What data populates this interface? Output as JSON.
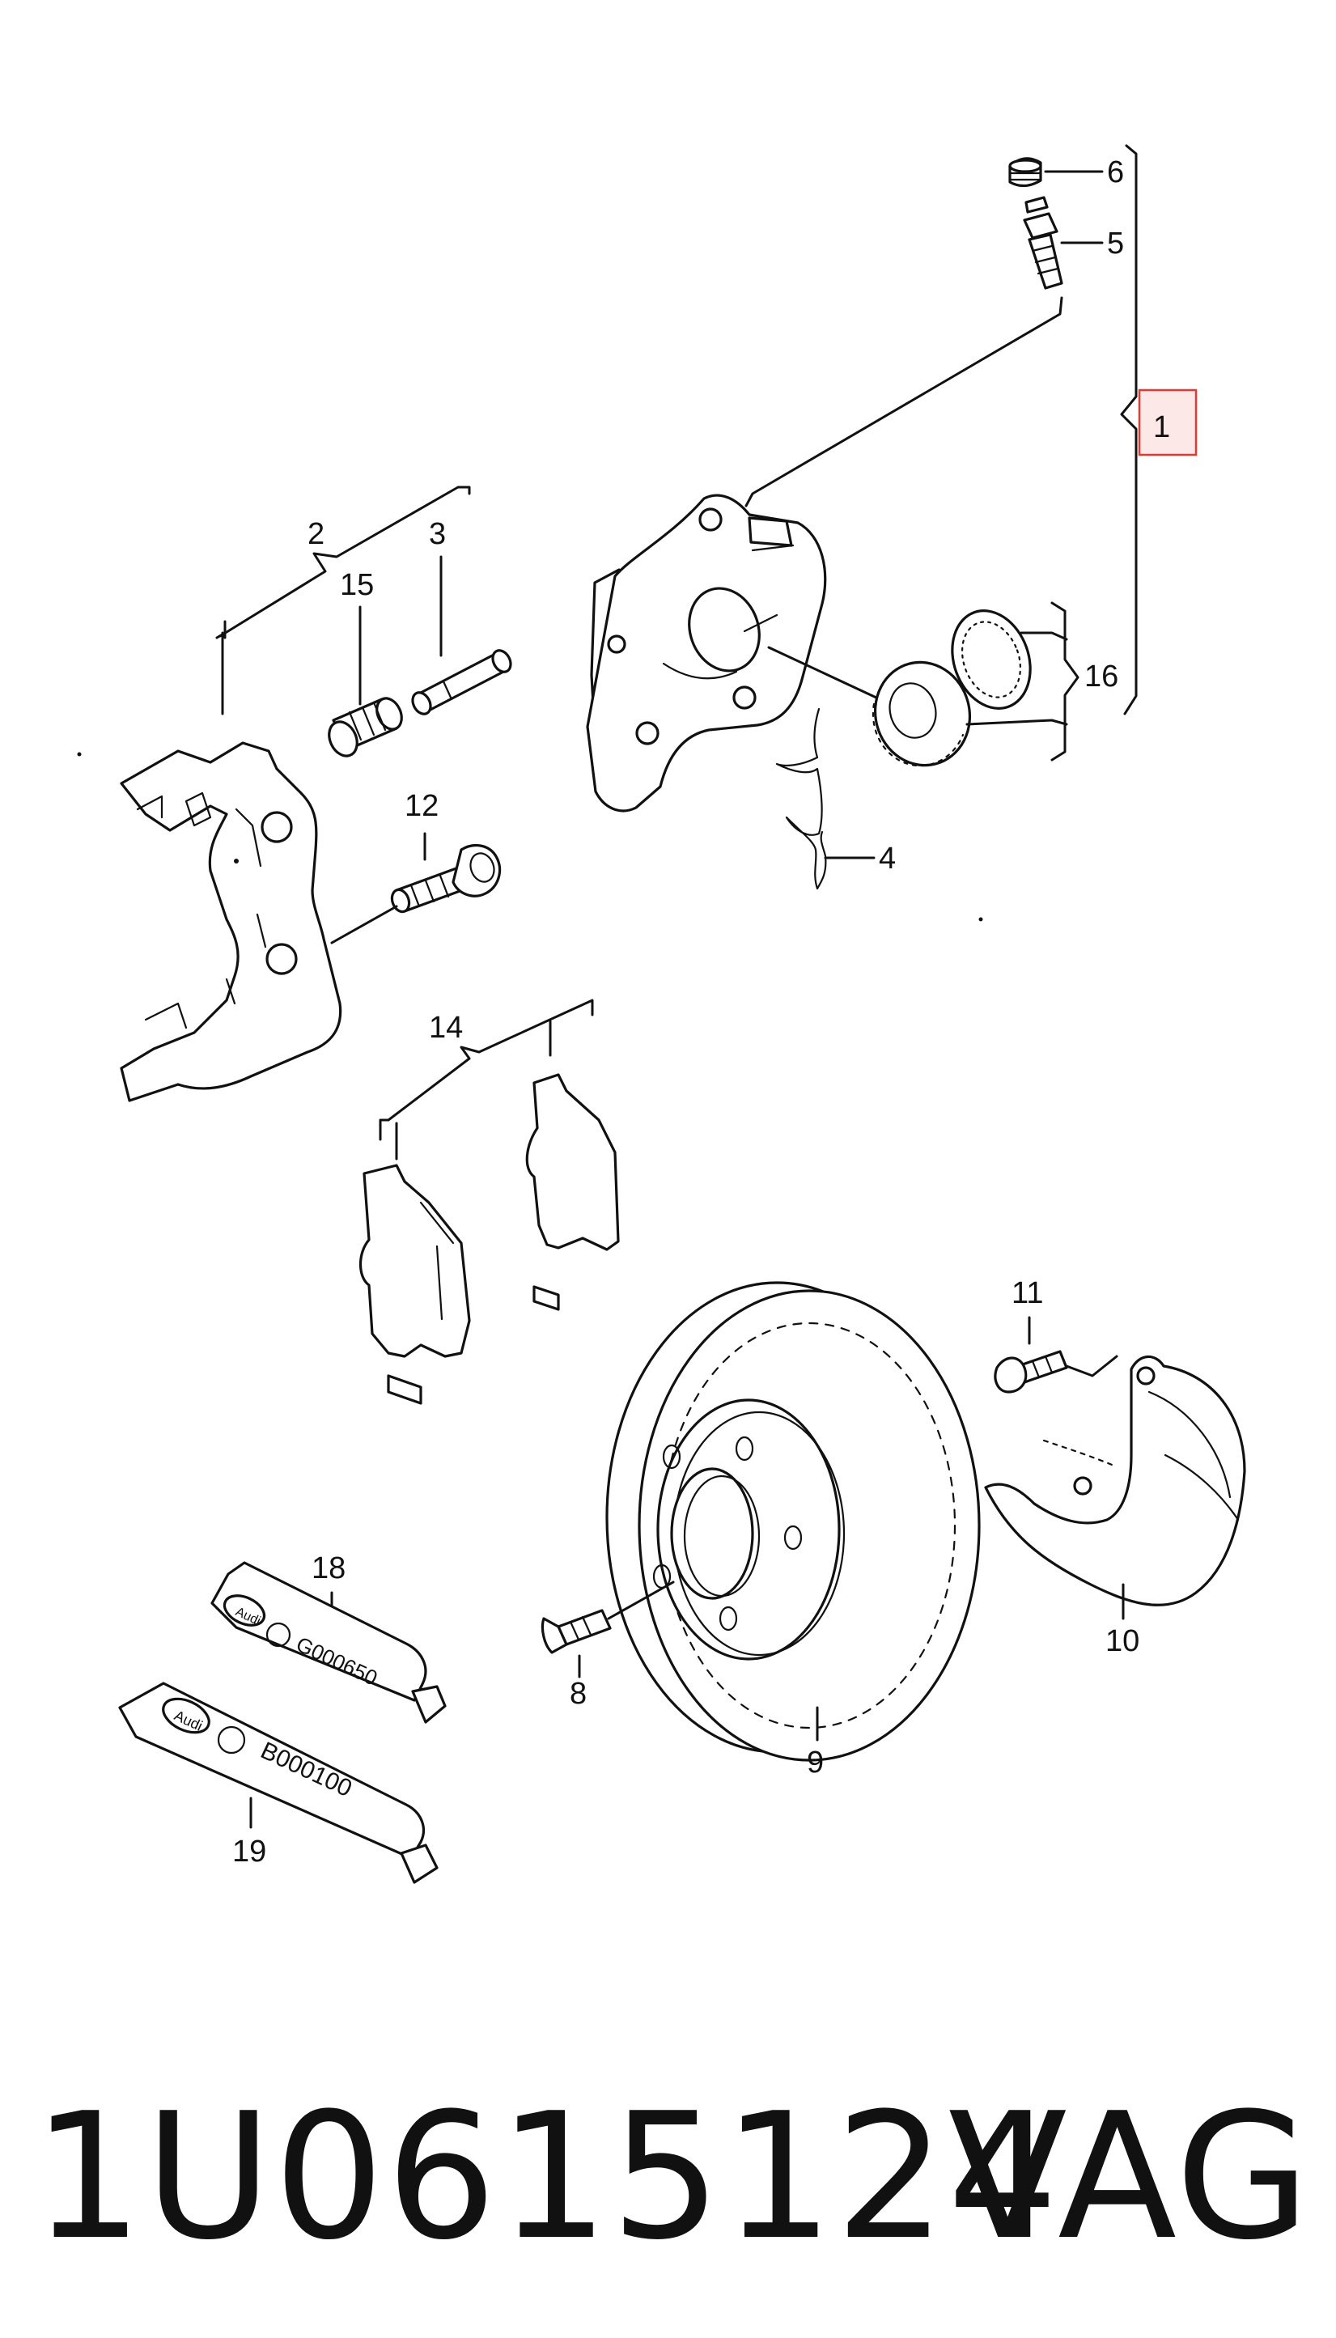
{
  "callouts": {
    "c1": "1",
    "c2": "2",
    "c3": "3",
    "c4": "4",
    "c5": "5",
    "c6": "6",
    "c8": "8",
    "c9": "9",
    "c10": "10",
    "c11": "11",
    "c12": "12",
    "c14": "14",
    "c15": "15",
    "c16": "16",
    "c18": "18",
    "c19": "19"
  },
  "tube_labels": {
    "upper_brand": "Audi",
    "upper_code": "G000650",
    "lower_brand": "Audi",
    "lower_code": "B000100"
  },
  "highlight_color": "#e53935",
  "footer": {
    "part_number": "1U0615124",
    "brand": "VAG"
  }
}
